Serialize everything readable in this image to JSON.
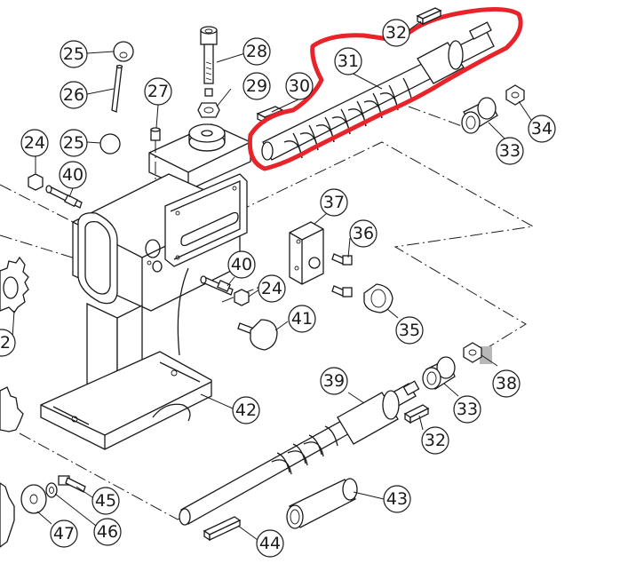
{
  "diagram": {
    "callouts": [
      {
        "id": "c25a",
        "label": "25"
      },
      {
        "id": "c26",
        "label": "26"
      },
      {
        "id": "c27",
        "label": "27"
      },
      {
        "id": "c28",
        "label": "28"
      },
      {
        "id": "c29",
        "label": "29"
      },
      {
        "id": "c30",
        "label": "30"
      },
      {
        "id": "c31",
        "label": "31"
      },
      {
        "id": "c32a",
        "label": "32"
      },
      {
        "id": "c34",
        "label": "34"
      },
      {
        "id": "c33a",
        "label": "33"
      },
      {
        "id": "c25b",
        "label": "25"
      },
      {
        "id": "c24a",
        "label": "24"
      },
      {
        "id": "c40a",
        "label": "40"
      },
      {
        "id": "c37",
        "label": "37"
      },
      {
        "id": "c36",
        "label": "36"
      },
      {
        "id": "c40b",
        "label": "40"
      },
      {
        "id": "c24b",
        "label": "24"
      },
      {
        "id": "c35",
        "label": "35"
      },
      {
        "id": "c41",
        "label": "41"
      },
      {
        "id": "c38",
        "label": "38"
      },
      {
        "id": "c39",
        "label": "39"
      },
      {
        "id": "c33b",
        "label": "33"
      },
      {
        "id": "c42",
        "label": "42"
      },
      {
        "id": "c32b",
        "label": "32"
      },
      {
        "id": "c45",
        "label": "45"
      },
      {
        "id": "c46",
        "label": "46"
      },
      {
        "id": "c47",
        "label": "47"
      },
      {
        "id": "c43",
        "label": "43"
      },
      {
        "id": "c44",
        "label": "44"
      },
      {
        "id": "c2",
        "label": "2"
      }
    ],
    "highlight_color": "#e8232a",
    "line_color": "#1a1a1a"
  }
}
